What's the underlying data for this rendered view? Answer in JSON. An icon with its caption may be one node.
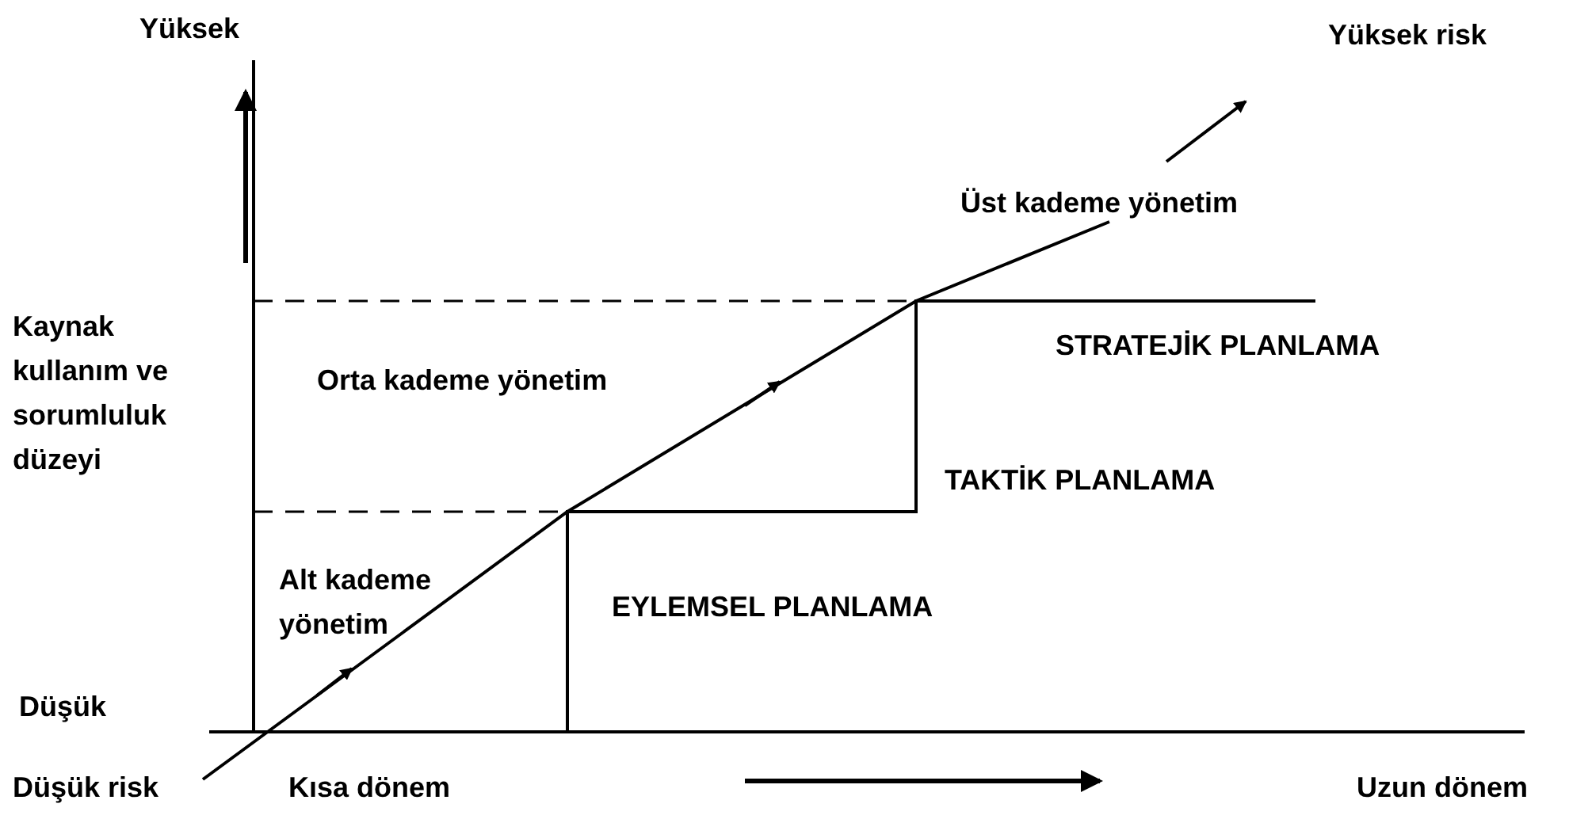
{
  "diagram": {
    "labels": [
      "Yüksek",
      "Yüksek risk",
      "Üst kademe yönetim",
      "Kaynak kullanım ve sorumluluk düzeyi",
      "STRATEJİK PLANLAMA",
      "Orta kademe yönetim",
      "TAKTİK PLANLAMA",
      "Alt kademe yönetim",
      "EYLEMSEL PLANLAMA",
      "Düşük",
      "Düşük risk",
      "Kısa dönem",
      "Uzun dönem"
    ]
  }
}
